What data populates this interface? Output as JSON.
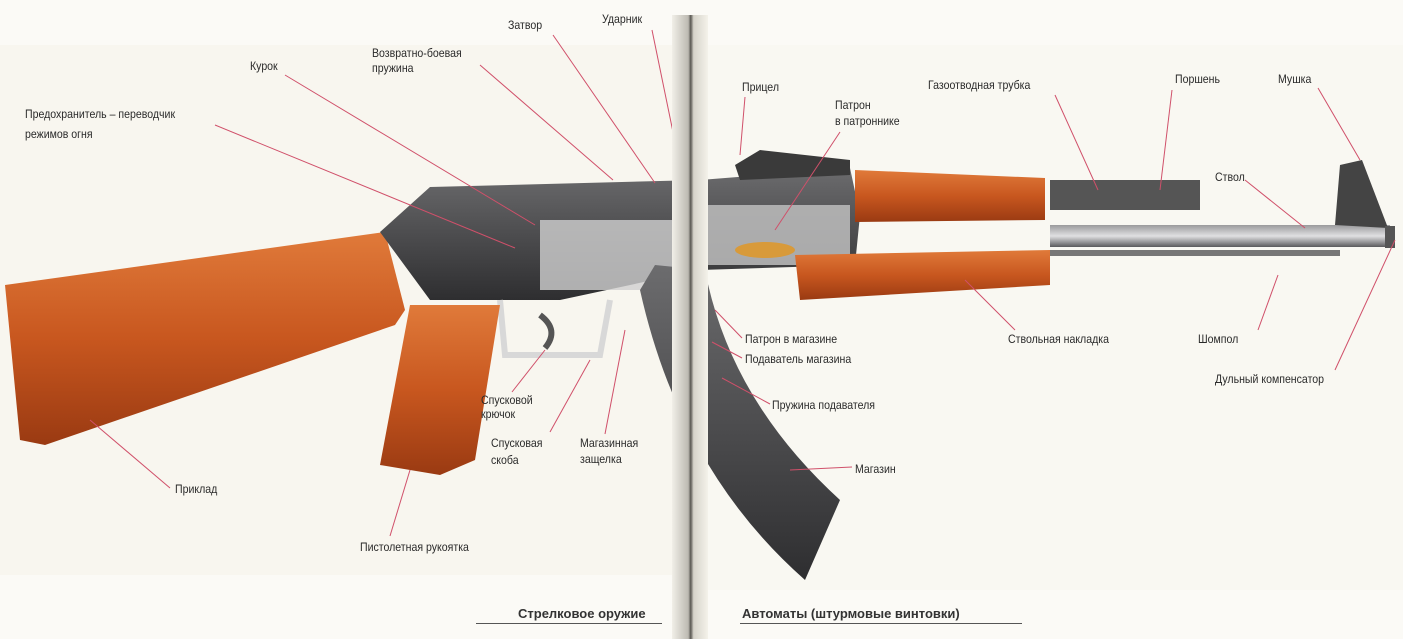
{
  "labels": {
    "zatvor": "Затвор",
    "udarnik": "Ударник",
    "vozvratno_1": "Возвратно-боевая",
    "vozvratno_2": "пружина",
    "kurok": "Курок",
    "predohranitel_1": "Предохранитель – переводчик",
    "predohranitel_2": "режимов огня",
    "pritsel": "Прицел",
    "patron_patronnik_1": "Патрон",
    "patron_patronnik_2": "в патроннике",
    "gazootvod": "Газоотводная трубка",
    "porshen": "Поршень",
    "mushka": "Мушка",
    "stvol": "Ствол",
    "shompol": "Шомпол",
    "kompensator": "Дульный компенсатор",
    "nakladka": "Ствольная накладка",
    "patron_magazin": "Патрон в магазине",
    "podavatel": "Подаватель магазина",
    "pruzhina_podavatelya": "Пружина подавателя",
    "magazin": "Магазин",
    "kryuchok_1": "Спусковой",
    "kryuchok_2": "крючок",
    "skoba_1": "Спусковая",
    "skoba_2": "скоба",
    "zashchelka_1": "Магазинная",
    "zashchelka_2": "защелка",
    "priklad": "Приклад",
    "rukoyatka": "Пистолетная рукоятка"
  },
  "footer": {
    "left": "Стрелковое оружие",
    "right": "Автоматы (штурмовые винтовки)"
  },
  "colors": {
    "wood": "#c8571f",
    "metal": "#4a4a4c",
    "leader": "#d0506a"
  }
}
